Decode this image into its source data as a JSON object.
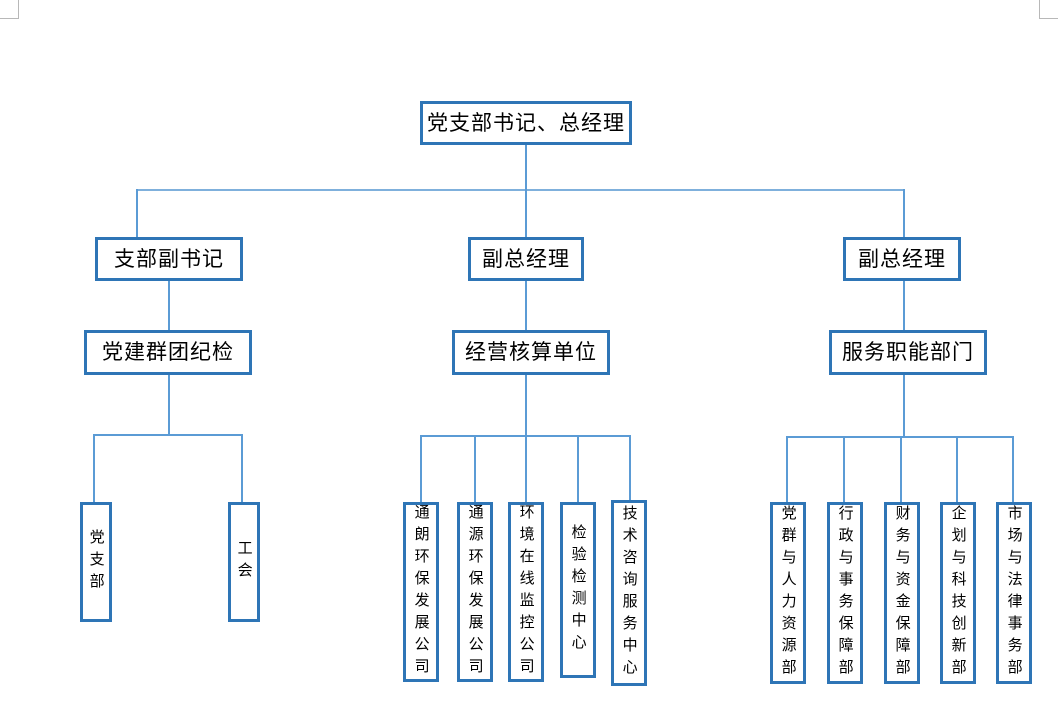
{
  "document": {
    "type": "organization-chart",
    "title_box": {
      "label": "党支部书记、总经理"
    },
    "level2": [
      {
        "label": "支部副书记"
      },
      {
        "label": "副总经理"
      },
      {
        "label": "副总经理"
      }
    ],
    "level3": [
      {
        "label": "党建群团纪检"
      },
      {
        "label": "经营核算单位"
      },
      {
        "label": "服务职能部门"
      }
    ],
    "branch_party": {
      "leaves": [
        {
          "label": "党支部"
        },
        {
          "label": "工会"
        }
      ]
    },
    "branch_business": {
      "leaves": [
        {
          "label": "通朗环保发展公司"
        },
        {
          "label": "通源环保发展公司"
        },
        {
          "label": "环境在线监控公司"
        },
        {
          "label": "检验检测中心"
        },
        {
          "label": "技术咨询服务中心"
        }
      ]
    },
    "branch_service": {
      "leaves": [
        {
          "label": "党群与人力资源部"
        },
        {
          "label": "行政与事务保障部"
        },
        {
          "label": "财务与资金保障部"
        },
        {
          "label": "企划与科技创新部"
        },
        {
          "label": "市场与法律事务部"
        }
      ]
    },
    "colors": {
      "box_border": "#2e75b6",
      "connector": "#5b9bd5",
      "connector_light": "#7fb0dc",
      "background": "#ffffff",
      "text": "#000000",
      "margin_mark": "#b8b8b8"
    }
  }
}
